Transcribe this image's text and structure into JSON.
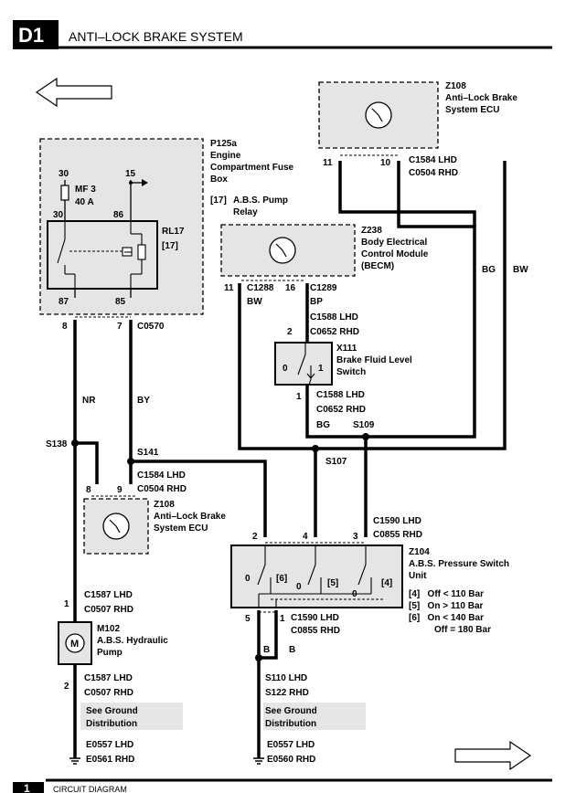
{
  "header": {
    "badge": "D1",
    "title": "ANTI–LOCK BRAKE SYSTEM",
    "footer_text": "CIRCUIT DIAGRAM",
    "footer_badge": "1"
  },
  "components": {
    "z108_top": {
      "id": "Z108",
      "name1": "Anti–Lock Brake",
      "name2": "System ECU"
    },
    "p125a": {
      "id": "P125a",
      "name1": "Engine",
      "name2": "Compartment Fuse",
      "name3": "Box"
    },
    "relay_note": {
      "ref": "[17]",
      "name1": "A.B.S. Pump",
      "name2": "Relay"
    },
    "fuse": {
      "id": "MF 3",
      "rating": "40 A"
    },
    "relay": {
      "id": "RL17",
      "ref": "[17]"
    },
    "z238": {
      "id": "Z238",
      "name1": "Body Electrical",
      "name2": "Control Module",
      "name3": "(BECM)"
    },
    "x111": {
      "id": "X111",
      "name1": "Brake Fluid Level",
      "name2": "Switch"
    },
    "z108_bottom": {
      "id": "Z108",
      "name1": "Anti–Lock Brake",
      "name2": "System ECU"
    },
    "z104": {
      "id": "Z104",
      "name1": "A.B.S. Pressure Switch",
      "name2": "Unit"
    },
    "m102": {
      "id": "M102",
      "name1": "A.B.S. Hydraulic",
      "name2": "Pump"
    }
  },
  "pins": {
    "p30a": "30",
    "p15": "15",
    "p30b": "30",
    "p86": "86",
    "p87": "87",
    "p85": "85",
    "p8": "8",
    "p7": "7",
    "ecu_top_11": "11",
    "ecu_top_10": "10",
    "becm_11": "11",
    "becm_16": "16",
    "x111_2": "2",
    "x111_1": "1",
    "x111_sw0": "0",
    "x111_sw1": "1",
    "ecu_bot_8": "8",
    "ecu_bot_9": "9",
    "psu_2": "2",
    "psu_4": "4",
    "psu_3": "3",
    "psu_5": "5",
    "psu_1": "1",
    "psu_sw0a": "0",
    "psu_sw0b": "0",
    "psu_sw0c": "0",
    "psu_s6": "[6]",
    "psu_s5": "[5]",
    "psu_s4": "[4]",
    "pump_1": "1",
    "pump_2": "2"
  },
  "connectors": {
    "c1584_top_lhd": "C1584 LHD",
    "c0504_top_rhd": "C0504 RHD",
    "c1288": "C1288",
    "c1289": "C1289",
    "c1588_a_lhd": "C1588 LHD",
    "c0652_a_rhd": "C0652 RHD",
    "c1588_b_lhd": "C1588 LHD",
    "c0652_b_rhd": "C0652 RHD",
    "c0570": "C0570",
    "c1584_bot_lhd": "C1584 LHD",
    "c0504_bot_rhd": "C0504 RHD",
    "c1590_a_lhd": "C1590 LHD",
    "c0855_a_rhd": "C0855 RHD",
    "c1590_b_lhd": "C1590 LHD",
    "c0855_b_rhd": "C0855 RHD",
    "c1587_a_lhd": "C1587 LHD",
    "c0507_a_rhd": "C0507 RHD",
    "c1587_b_lhd": "C1587 LHD",
    "c0507_b_rhd": "C0507 RHD"
  },
  "splices": {
    "s138": "S138",
    "s141": "S141",
    "s107": "S107",
    "s109": "S109",
    "s110_lhd": "S110 LHD",
    "s122_rhd": "S122 RHD"
  },
  "wires": {
    "nr": "NR",
    "by": "BY",
    "bw_becm": "BW",
    "bp": "BP",
    "bg_x111": "BG",
    "bg_right": "BG",
    "bw_right": "BW",
    "b_left": "B",
    "b_right": "B"
  },
  "ground": {
    "left_note1": "See Ground",
    "left_note2": "Distribution",
    "right_note1": "See Ground",
    "right_note2": "Distribution",
    "e0557_a": "E0557 LHD",
    "e0561": "E0561 RHD",
    "e0557_b": "E0557 LHD",
    "e0560": "E0560 RHD"
  },
  "switch_states": {
    "s4": "[4]   Off < 110 Bar",
    "s5": "[5]   On > 110 Bar",
    "s6": "[6]   On < 140 Bar",
    "s6_off": "Off = 180 Bar"
  }
}
